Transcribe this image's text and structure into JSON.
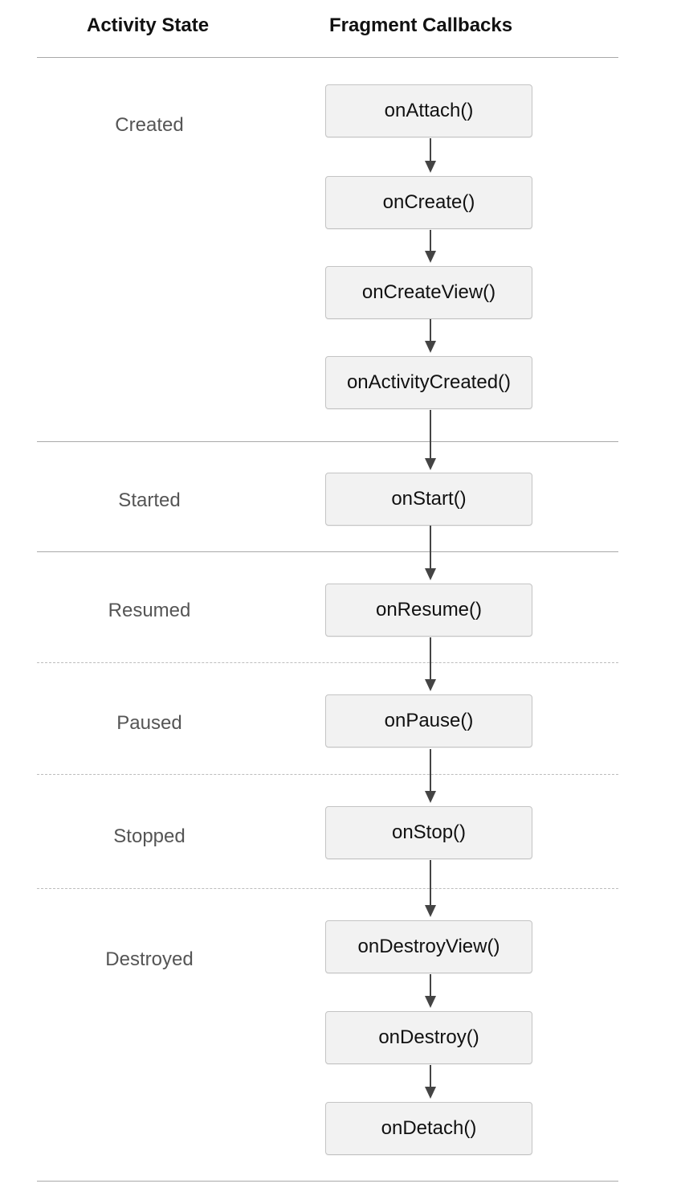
{
  "headers": {
    "activity_state": "Activity State",
    "fragment_callbacks": "Fragment Callbacks"
  },
  "states": {
    "created": "Created",
    "started": "Started",
    "resumed": "Resumed",
    "paused": "Paused",
    "stopped": "Stopped",
    "destroyed": "Destroyed"
  },
  "callbacks": {
    "on_attach": "onAttach()",
    "on_create": "onCreate()",
    "on_create_view": "onCreateView()",
    "on_activity_created": "onActivityCreated()",
    "on_start": "onStart()",
    "on_resume": "onResume()",
    "on_pause": "onPause()",
    "on_stop": "onStop()",
    "on_destroy_view": "onDestroyView()",
    "on_destroy": "onDestroy()",
    "on_detach": "onDetach()"
  },
  "colors": {
    "box_fill": "#f2f2f2",
    "box_border": "#c4c4c4",
    "arrow": "#444444",
    "divider": "#a9a9a9",
    "state_text": "#555555"
  }
}
